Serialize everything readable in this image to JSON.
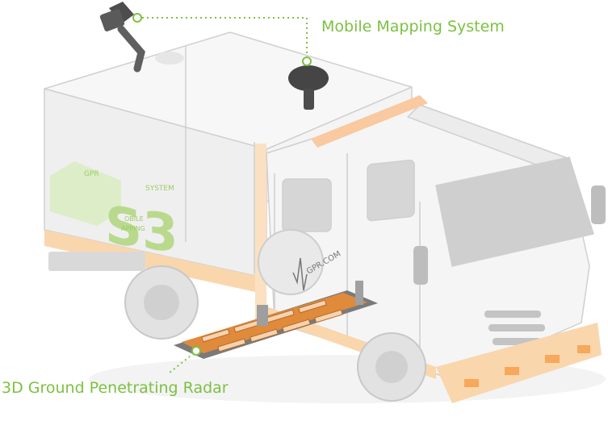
{
  "callouts": {
    "mobile_mapping": "Mobile Mapping System",
    "ground_radar": "3D Ground Penetrating Radar"
  },
  "truck_logo": {
    "big_letters": "S3",
    "small_words": [
      "GPR",
      "SYSTEM",
      "OBILE",
      "APPING"
    ]
  },
  "gpr_logo_text": "GPR.COM",
  "colors": {
    "accent_green": "#7cc142",
    "logo_green": "#9ccc65",
    "orange_trim": "#f7a85a",
    "orange_fill": "#fad6ad",
    "radar_board": "#e08a3c",
    "truck_body": "#f2f2f2",
    "truck_outline": "#c9c9c9",
    "dark_gray": "#5a5a5a"
  }
}
